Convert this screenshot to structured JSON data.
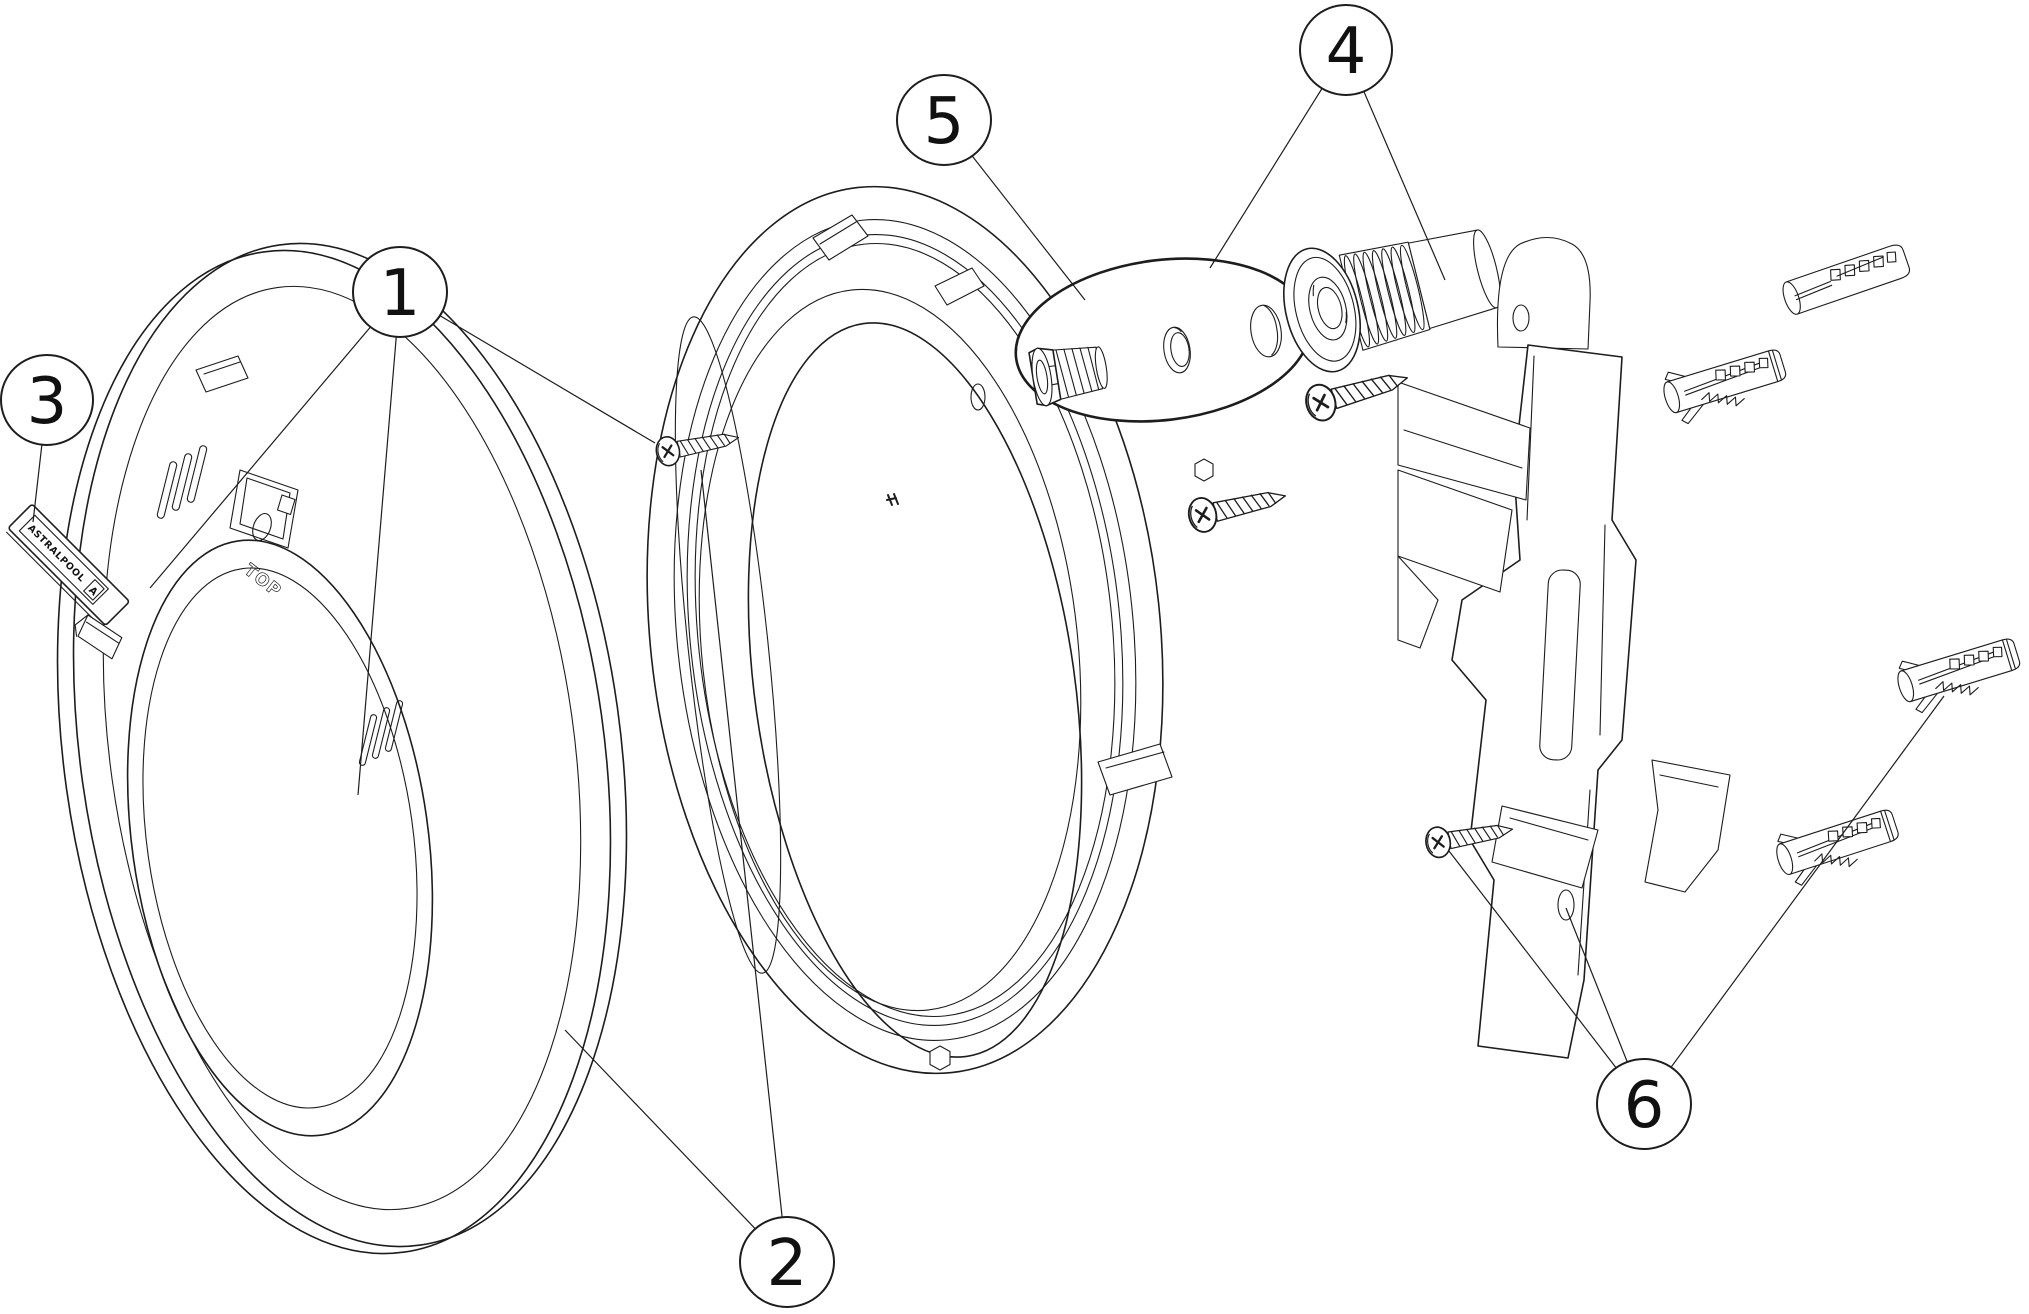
{
  "figure": {
    "type": "exploded-parts-diagram",
    "background": "#ffffff",
    "line_color": "#1d1d1d"
  },
  "callouts": {
    "c1": "1",
    "c2": "2",
    "c3": "3",
    "c4": "4",
    "c5": "5",
    "c6": "6"
  },
  "markings": {
    "brand_label": "ASTRALPOOL",
    "brand_logo_letter": "A",
    "orientation": "TOP"
  },
  "components": [
    {
      "name": "trim-ring",
      "callouts": [
        "1",
        "2"
      ]
    },
    {
      "name": "brand-label-clip",
      "callouts": [
        "3"
      ]
    },
    {
      "name": "fixing-screw",
      "callouts": [
        "1",
        "2"
      ]
    },
    {
      "name": "niche-housing",
      "callouts": []
    },
    {
      "name": "detail-view-ellipse",
      "callouts": [
        "5"
      ]
    },
    {
      "name": "sealing-hex-plug",
      "callouts": [
        "5"
      ]
    },
    {
      "name": "o-ring-washer",
      "callouts": [
        "5"
      ]
    },
    {
      "name": "hole-cap",
      "callouts": [
        "5"
      ]
    },
    {
      "name": "cable-gland-assembly",
      "callouts": [
        "4"
      ]
    },
    {
      "name": "wall-mounting-bracket",
      "callouts": []
    },
    {
      "name": "pan-head-screw",
      "callouts": [
        "6"
      ]
    },
    {
      "name": "wall-plug-anchor",
      "callouts": [
        "6"
      ]
    }
  ]
}
